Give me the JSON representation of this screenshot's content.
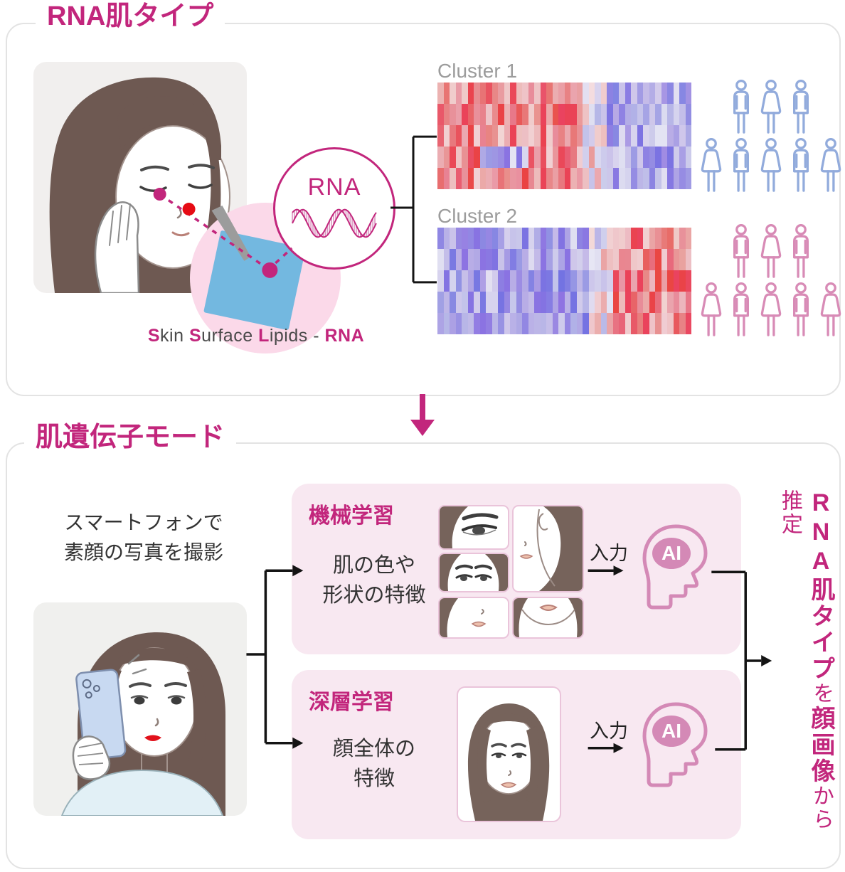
{
  "colors": {
    "magenta": "#c2267c",
    "heading_gray": "#9c9c9c",
    "text_dark": "#3b3b3b",
    "box_pink": "#f8e8f1",
    "film_blue": "#73b8e0",
    "people_blue": "#92abdc",
    "people_pink": "#d88bb6",
    "ai_pink": "#d489b6",
    "red_dot": "#e60b14",
    "line_black": "#141414"
  },
  "icons": {
    "rna_wave": "rna-wave-icon",
    "ai_head": "ai-head-icon",
    "person_male": "person-male-icon",
    "person_female": "person-female-icon",
    "down_arrow": "down-arrow-icon",
    "tweezers": "tweezers-icon"
  },
  "section_rna": {
    "title": "RNA肌タイプ",
    "rna_circle_label": "RNA",
    "sample_label_segments": [
      {
        "t": "S",
        "hl": true
      },
      {
        "t": "kin ",
        "hl": false
      },
      {
        "t": "S",
        "hl": true
      },
      {
        "t": "urface ",
        "hl": false
      },
      {
        "t": "L",
        "hl": true
      },
      {
        "t": "ipids - ",
        "hl": false
      },
      {
        "t": "RNA",
        "hl": true
      }
    ],
    "clusters": [
      {
        "label": "Cluster 1",
        "heat": {
          "side": "warm-left",
          "split": 0.62,
          "seed": 7,
          "patch": {
            "row": 3,
            "from": 0.16,
            "to": 0.36,
            "delta": -1.15
          }
        },
        "people": {
          "color": "#92abdc",
          "rows": [
            [
              "m",
              "f",
              "m"
            ],
            [
              "f",
              "m",
              "f",
              "m",
              "f"
            ]
          ]
        }
      },
      {
        "label": "Cluster 2",
        "heat": {
          "side": "warm-right",
          "split": 0.64,
          "seed": 23
        },
        "people": {
          "color": "#d88bb6",
          "rows": [
            [
              "m",
              "f",
              "m"
            ],
            [
              "f",
              "m",
              "f",
              "m",
              "f"
            ]
          ]
        }
      }
    ]
  },
  "heatmap": {
    "rows": 5,
    "cols": 42
  },
  "section_gene": {
    "title": "肌遺伝子モード",
    "caption_lines": [
      "スマートフォンで",
      "素顔の写真を撮影"
    ],
    "ml_box": {
      "title": "機械学習",
      "desc_lines": [
        "肌の色や",
        "形状の特徴"
      ],
      "input_label": "入力",
      "ai_label": "AI"
    },
    "dl_box": {
      "title": "深層学習",
      "desc_lines": [
        "顔全体の",
        "特徴"
      ],
      "input_label": "入力",
      "ai_label": "AI"
    },
    "result_segments": [
      {
        "t": "RNA肌タイプ",
        "hl": true
      },
      {
        "t": "を",
        "hl": false
      },
      {
        "t": "顔画像",
        "hl": true
      },
      {
        "t": "から推定",
        "hl": false
      }
    ]
  }
}
